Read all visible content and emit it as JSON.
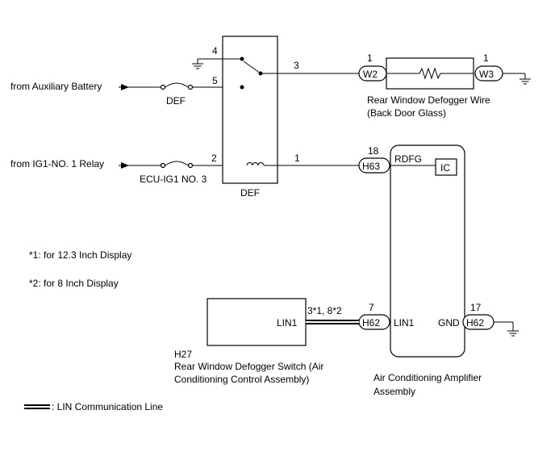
{
  "sources": {
    "aux_battery": "from Auxiliary Battery",
    "ig1_relay": "from IG1-NO. 1 Relay"
  },
  "fuses": {
    "def": "DEF",
    "ecu_ig1": "ECU-IG1 NO. 3"
  },
  "relay": {
    "label": "DEF",
    "pins": {
      "p4": "4",
      "p5": "5",
      "p3": "3",
      "p2": "2",
      "p1": "1"
    }
  },
  "defogger_wire": {
    "conn_left": "W2",
    "conn_left_pin": "1",
    "conn_right": "W3",
    "conn_right_pin": "1",
    "label_line1": "Rear Window Defogger Wire",
    "label_line2": "(Back Door Glass)"
  },
  "amplifier": {
    "rdfg_label": "RDFG",
    "rdfg_conn": "H63",
    "rdfg_pin": "18",
    "ic_label": "IC",
    "lin_label": "LIN1",
    "lin_conn": "H62",
    "lin_pin": "7",
    "gnd_label": "GND",
    "gnd_conn": "H62",
    "gnd_pin": "17",
    "label_line1": "Air Conditioning Amplifier",
    "label_line2": "Assembly"
  },
  "switch": {
    "code": "H27",
    "lin_label": "LIN1",
    "pin_label": "3*1, 8*2",
    "label_line1": "Rear Window Defogger Switch (Air",
    "label_line2": "Conditioning Control Assembly)"
  },
  "notes": {
    "note1": "*1: for 12.3 Inch Display",
    "note2": "*2: for 8 Inch Display"
  },
  "legend": {
    "lin_line": ": LIN Communication Line"
  }
}
